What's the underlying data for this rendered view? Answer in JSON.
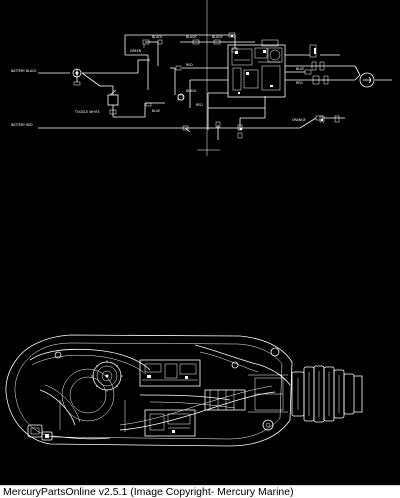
{
  "footer": {
    "caption": "MercuryPartsOnline v2.5.1 (Image Copyright- Mercury Marine)"
  },
  "diagram": {
    "labels": {
      "l1": "BATTERY BLACK",
      "l2": "BATTERY RED",
      "l3": "BLACK",
      "l4": "BLACK",
      "l5": "BLACK",
      "l6": "TOGGLE WHITE",
      "l7": "GREEN",
      "l8": "BLUE",
      "l9": "RED",
      "l10": "BLACK",
      "l11": "RED",
      "l12": "ORANGE",
      "l13": "BLUE",
      "l14": "RED"
    }
  },
  "colors": {
    "background": "#000000",
    "linework": "#ffffff",
    "footer_bg": "#ffffff"
  }
}
